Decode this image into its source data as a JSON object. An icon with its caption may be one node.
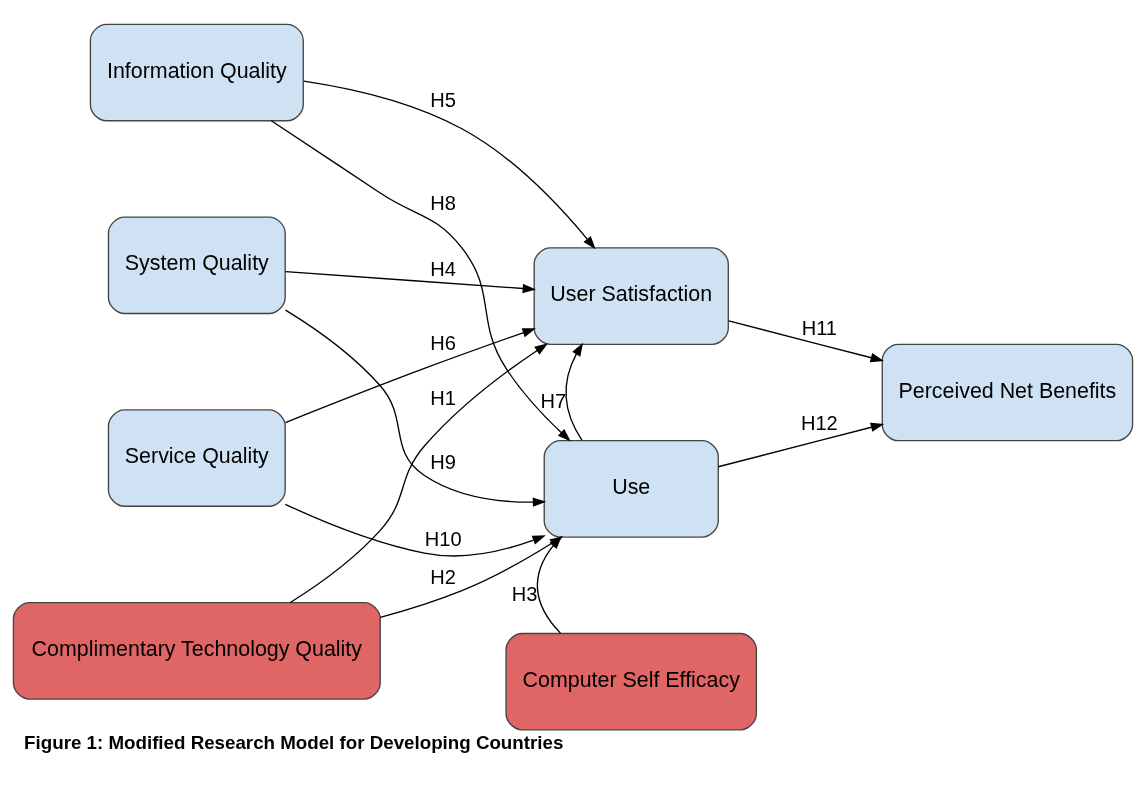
{
  "diagram": {
    "caption": "Figure 1: Modified Research Model for Developing Countries",
    "nodes": [
      {
        "text": [
          "Information Quality"
        ]
      },
      {
        "text": [
          "System Quality"
        ]
      },
      {
        "text": [
          "Service Quality"
        ]
      },
      {
        "text": [
          "Complimentary Technology Quality"
        ]
      },
      {
        "text": [
          "User Satisfaction"
        ]
      },
      {
        "text": [
          "Use"
        ]
      },
      {
        "text": [
          "Computer Self Efficacy"
        ]
      },
      {
        "text": [
          "Perceived Net Benefits"
        ]
      }
    ],
    "edges": [
      {
        "from": 0,
        "to": 4,
        "arrow": "to",
        "label": "H5"
      },
      {
        "from": 0,
        "to": 5,
        "arrow": "to",
        "label": "H8"
      },
      {
        "from": 1,
        "to": 4,
        "arrow": "to",
        "label": "H4"
      },
      {
        "from": 1,
        "to": 5,
        "arrow": "to",
        "label": "H9"
      },
      {
        "from": 2,
        "to": 4,
        "arrow": "to",
        "label": "H6"
      },
      {
        "from": 2,
        "to": 5,
        "arrow": "to",
        "label": "H10"
      },
      {
        "from": 3,
        "to": 4,
        "arrow": "to",
        "label": "H1"
      },
      {
        "from": 3,
        "to": 5,
        "arrow": "to",
        "label": "H2"
      },
      {
        "from": 5,
        "to": 4,
        "arrow": "to",
        "label": "H7"
      },
      {
        "from": 6,
        "to": 5,
        "arrow": "to",
        "label": "H3"
      },
      {
        "from": 4,
        "to": 7,
        "arrow": "to",
        "label": "H11"
      },
      {
        "from": 5,
        "to": 7,
        "arrow": "to",
        "label": "H12"
      }
    ]
  }
}
